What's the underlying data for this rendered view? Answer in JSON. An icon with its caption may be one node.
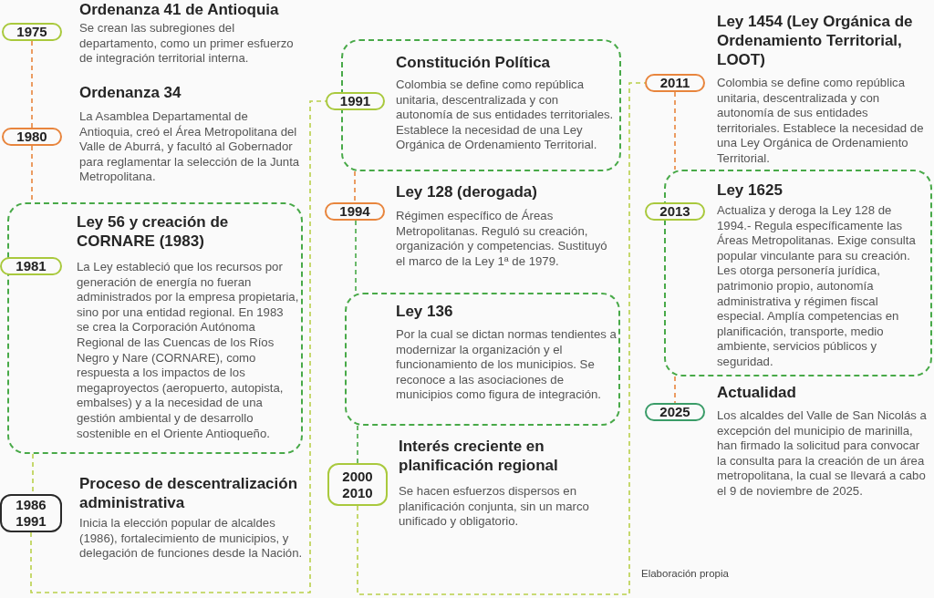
{
  "diagram": {
    "nodes": [
      {
        "text": [
          "1975"
        ],
        "beside": [
          "Ordenanza 41 de Antioquia",
          "Se crean las subregiones del departamento, como un primer esfuerzo de integración territorial interna."
        ]
      },
      {
        "text": [
          "1980"
        ],
        "beside": [
          "Ordenanza 34",
          "La Asamblea Departamental de Antioquia, creó el Área Metropolitana del Valle de Aburrá, y facultó al Gobernador para reglamentar la selección de la Junta Metropolitana."
        ]
      },
      {
        "text": [
          "Ley 56 y creación de CORNARE (1983)",
          "La Ley estableció que los recursos por generación de energía no fueran administrados por la empresa propietaria, sino por una entidad regional. En 1983 se crea la Corporación Autónoma Regional de las Cuencas de los Ríos Negro y Nare (CORNARE), como respuesta a los impactos de los megaproyectos (aeropuerto, autopista, embalses) y a la necesidad de una gestión ambiental y de desarrollo sostenible en el Oriente Antioqueño."
        ]
      },
      {
        "text": [
          "1981"
        ]
      },
      {
        "text": [
          "1986 1991"
        ],
        "beside": [
          "Proceso de descentralización administrativa",
          "Inicia la elección popular de alcaldes (1986), fortalecimiento de municipios, y delegación de funciones desde la Nación."
        ]
      },
      {
        "text": [
          "Constitución Política",
          "Colombia se define como república unitaria, descentralizada y con autonomía de sus entidades territoriales. Establece la necesidad de una Ley Orgánica de Ordenamiento Territorial."
        ]
      },
      {
        "text": [
          "1991"
        ]
      },
      {
        "text": [
          "1994"
        ],
        "beside": [
          "Ley 128 (derogada)",
          "Régimen específico de Áreas Metropolitanas. Reguló su creación, organización y competencias. Sustituyó el marco de la Ley 1ª de 1979."
        ]
      },
      {
        "text": [
          "Ley 136",
          "Por la cual se dictan normas tendientes a modernizar la organización y el funcionamiento de los municipios. Se reconoce a las asociaciones de municipios como figura de integración."
        ]
      },
      {
        "text": [
          "2000 2010"
        ],
        "beside": [
          "Interés creciente en planificación regional",
          "Se hacen esfuerzos dispersos en planificación conjunta, sin un marco unificado y obligatorio."
        ]
      },
      {
        "text": [
          "2011"
        ],
        "beside": [
          "Ley 1454 (Ley Orgánica de Ordenamiento Territorial, LOOT)",
          "Colombia se define como república unitaria, descentralizada y con autonomía de sus entidades territoriales. Establece la necesidad de una Ley Orgánica de Ordenamiento Territorial."
        ]
      },
      {
        "text": [
          "Ley 1625",
          "Actualiza y deroga la Ley 128 de 1994.- Regula específicamente las Áreas Metropolitanas. Exige consulta popular vinculante para su creación. Les otorga personería jurídica, patrimonio propio, autonomía administrativa y régimen fiscal especial. Amplía competencias en planificación, transporte, medio ambiente, servicios públicos y seguridad."
        ]
      },
      {
        "text": [
          "2013"
        ]
      },
      {
        "text": [
          "2025"
        ],
        "beside": [
          "Actualidad",
          "Los alcaldes del Valle de San Nicolás a excepción del municipio de marinilla, han firmado la solicitud para convocar la consulta para la creación de un área metropolitana, la cual se llevará a cabo el 9 de noviembre de 2025."
        ]
      }
    ],
    "edges": [
      {
        "from": 0,
        "to": 1,
        "arrow": "none",
        "style": "dashed",
        "color": "#e8853d"
      },
      {
        "from": 1,
        "to": 2,
        "arrow": "none",
        "style": "dashed",
        "color": "#e8853d"
      },
      {
        "from": 2,
        "to": 4,
        "arrow": "none",
        "style": "dashed",
        "color": "#b9d04a"
      },
      {
        "from": 4,
        "to": 6,
        "arrow": "none",
        "style": "dashed",
        "color": "#b9d04a"
      },
      {
        "from": 5,
        "to": 7,
        "arrow": "none",
        "style": "dashed",
        "color": "#e8853d"
      },
      {
        "from": 7,
        "to": 8,
        "arrow": "none",
        "style": "dashed",
        "color": "#48a948"
      },
      {
        "from": 8,
        "to": 9,
        "arrow": "none",
        "style": "dashed",
        "color": "#48a948"
      },
      {
        "from": 9,
        "to": 10,
        "arrow": "none",
        "style": "dashed",
        "color": "#b9d04a"
      },
      {
        "from": 10,
        "to": 11,
        "arrow": "none",
        "style": "dashed",
        "color": "#e8853d"
      },
      {
        "from": 11,
        "to": 13,
        "arrow": "none",
        "style": "dashed",
        "color": "#e8853d"
      }
    ],
    "labels": [
      "Elaboración propia"
    ]
  }
}
